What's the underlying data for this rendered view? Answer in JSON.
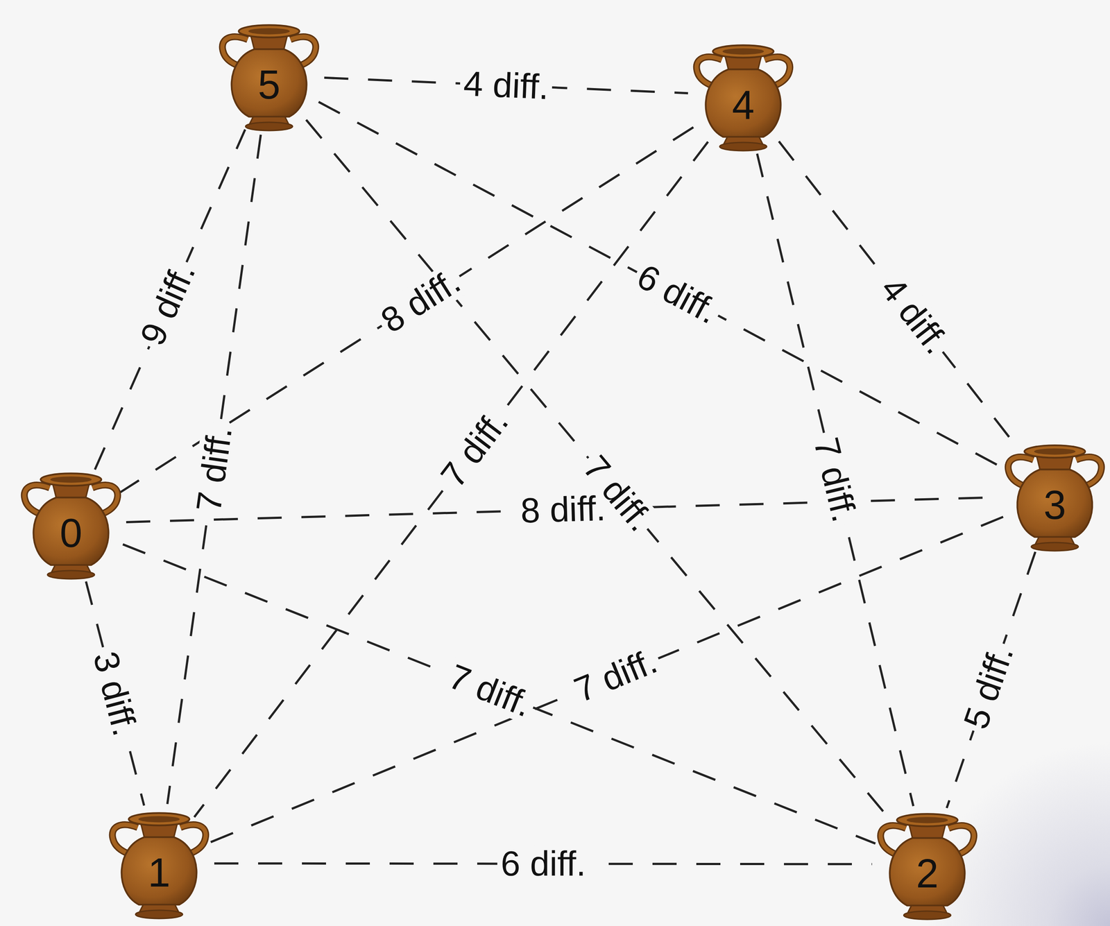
{
  "diagram": {
    "nodes": [
      {
        "text": [
          "0"
        ]
      },
      {
        "text": [
          "1"
        ]
      },
      {
        "text": [
          "2"
        ]
      },
      {
        "text": [
          "3"
        ]
      },
      {
        "text": [
          "4"
        ]
      },
      {
        "text": [
          "5"
        ]
      }
    ],
    "edges": [
      {
        "from": 5,
        "to": 4,
        "arrow": "none",
        "label": "4 diff."
      },
      {
        "from": 4,
        "to": 3,
        "arrow": "none",
        "label": "4 diff."
      },
      {
        "from": 3,
        "to": 2,
        "arrow": "none",
        "label": "5 diff."
      },
      {
        "from": 1,
        "to": 2,
        "arrow": "none",
        "label": "6 diff."
      },
      {
        "from": 0,
        "to": 1,
        "arrow": "none",
        "label": "3 diff."
      },
      {
        "from": 0,
        "to": 5,
        "arrow": "none",
        "label": "9 diff."
      },
      {
        "from": 0,
        "to": 4,
        "arrow": "none",
        "label": "8 diff."
      },
      {
        "from": 0,
        "to": 3,
        "arrow": "none",
        "label": "8 diff."
      },
      {
        "from": 5,
        "to": 1,
        "arrow": "none",
        "label": "7 diff."
      },
      {
        "from": 4,
        "to": 1,
        "arrow": "none",
        "label": "7 diff."
      },
      {
        "from": 5,
        "to": 3,
        "arrow": "none",
        "label": "6 diff."
      },
      {
        "from": 5,
        "to": 2,
        "arrow": "none",
        "label": "7 diff."
      },
      {
        "from": 4,
        "to": 2,
        "arrow": "none",
        "label": "7 diff."
      },
      {
        "from": 1,
        "to": 3,
        "arrow": "none",
        "label": "7 diff."
      },
      {
        "from": 0,
        "to": 2,
        "arrow": "none",
        "label": "7 diff."
      }
    ]
  }
}
